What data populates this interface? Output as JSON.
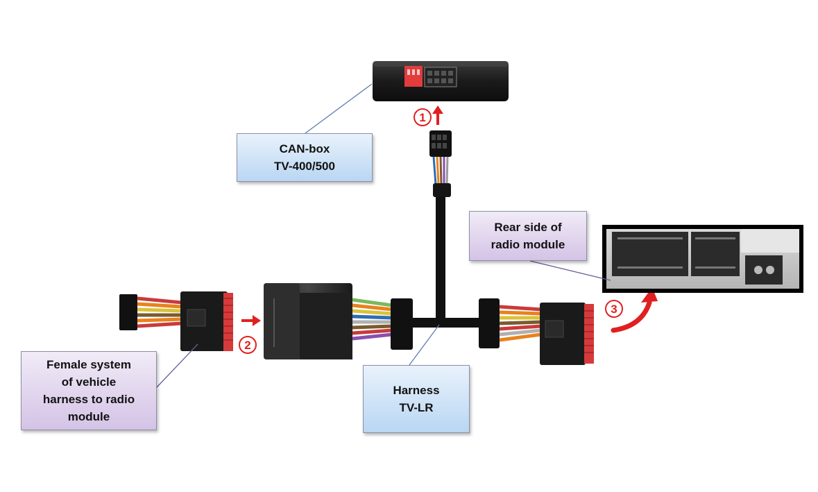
{
  "labels": {
    "canbox": "CAN-box\nTV-400/500",
    "rear_radio": "Rear side of\nradio module",
    "female_harness": "Female system\nof vehicle\nharness to radio\nmodule",
    "harness": "Harness\nTV-LR"
  },
  "steps": [
    "1",
    "2",
    "3"
  ],
  "colors": {
    "arrow": "#e02020",
    "box_blue": "#bcd7f3",
    "box_purple": "#d6c6e8",
    "connector_pin_red": "#d63a3a",
    "cable": "#111111"
  }
}
